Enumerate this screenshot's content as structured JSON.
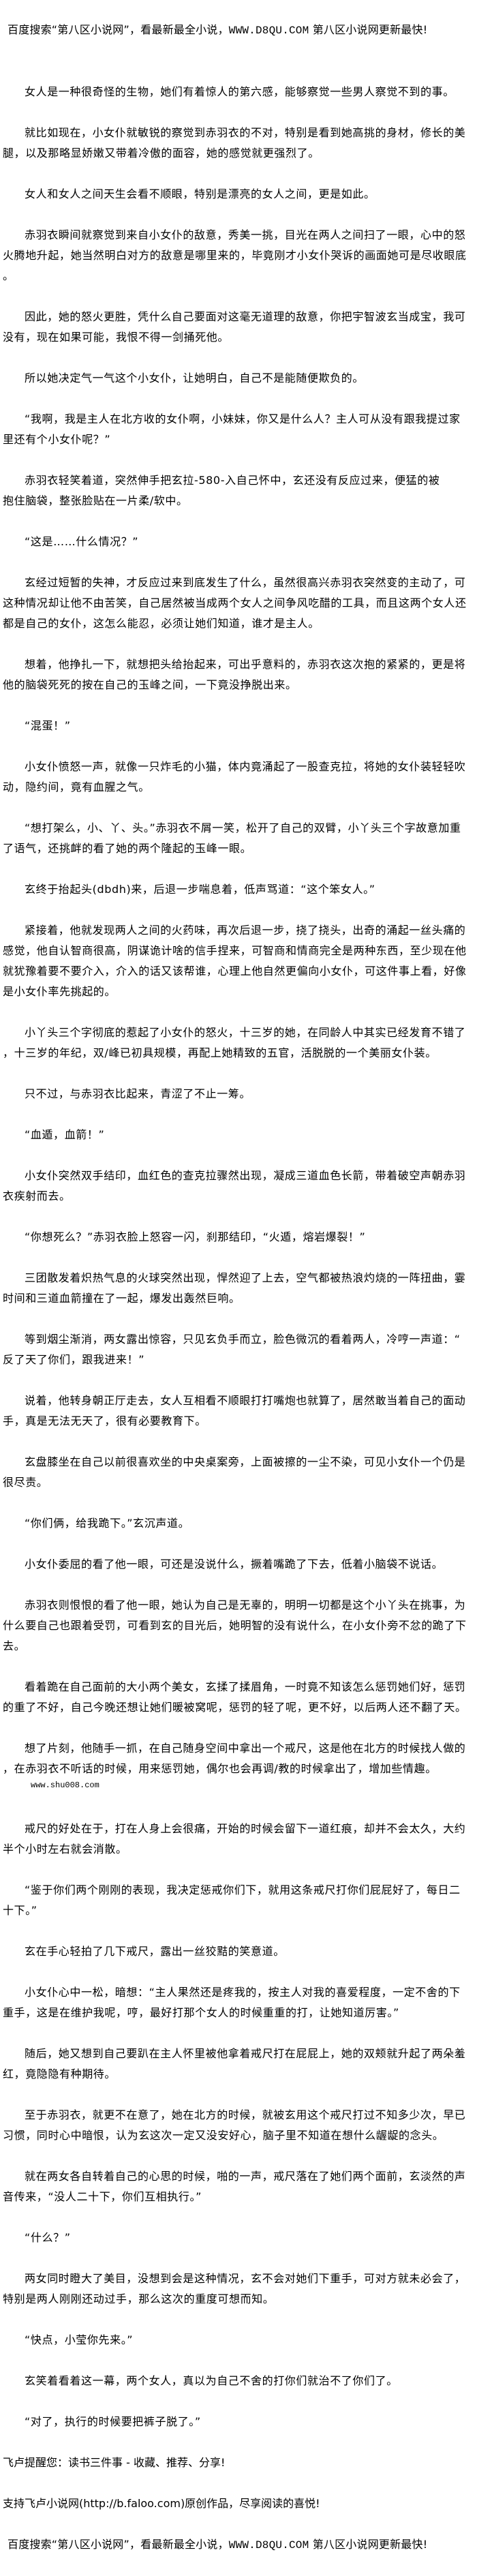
{
  "banner": {
    "prefix": "百度搜索“第八区小说网”，看最新最全小说，",
    "url": "WWW.D8QU.COM",
    "suffix": "  第八区小说网更新最快!"
  },
  "paragraphs": [
    "女人是一种很奇怪的生物，她们有着惊人的第六感，能够察觉一些男人察觉不到的事。",
    "就比如现在，小女仆就敏锐的察觉到赤羽衣的不对，特别是看到她高挑的身材，修长的美腿，以及那略显娇嫩又带着冷傲的面容，她的感觉就更强烈了。",
    "女人和女人之间天生会看不顺眼，特别是漂亮的女人之间，更是如此。",
    "赤羽衣瞬间就察觉到来自小女仆的敌意，秀美一挑，目光在两人之间扫了一眼，心中的怒火腾地升起，她当然明白对方的敌意是哪里来的，毕竟刚才小女仆哭诉的画面她可是尽收眼底。",
    "因此，她的怒火更胜，凭什么自己要面对这毫无道理的敌意，你把宇智波玄当成宝，我可没有，现在如果可能，我恨不得一剑捅死他。",
    "所以她决定气一气这个小女仆，让她明白，自己不是能随便欺负的。",
    "“我啊，我是主人在北方收的女仆啊，小妹妹，你又是什么人？主人可从没有跟我提过家里还有个小女仆呢？”",
    "赤羽衣轻笑着道，突然伸手把玄拉-580-入自己怀中，玄还没有反应过来，便猛的被\n抱住脑袋，整张脸贴在一片柔/软中。",
    "“这是……什么情况？”",
    "玄经过短暂的失神，才反应过来到底发生了什么，虽然很高兴赤羽衣突然变的主动了，可这种情况却让他不由苦笑，自己居然被当成两个女人之间争风吃醋的工具，而且这两个女人还都是自己的女仆，这怎么能忍，必须让她们知道，谁才是主人。",
    "想着，他挣扎一下，就想把头给抬起来，可出乎意料的，赤羽衣这次抱的紧紧的，更是将他的脑袋死死的按在自己的玉峰之间，一下竟没挣脱出来。",
    "“混蛋！”",
    "小女仆愤怒一声，就像一只炸毛的小猫，体内竟涌起了一股查克拉，将她的女仆装轻轻吹动，隐约间，竟有血腥之气。",
    "“想打架么，小、丫、头。”赤羽衣不屑一笑，松开了自己的双臂，小丫头三个字故意加重了语气，还挑衅的看了她的两个隆起的玉峰一眼。",
    "玄终于抬起头(dbdh)来，后退一步喘息着，低声骂道：“这个笨女人。”",
    "紧接着，他就发现两人之间的火药味，再次后退一步，挠了挠头，出奇的涌起一丝头痛的感觉，他自认智商很高，阴谋诡计啥的信手捏来，可智商和情商完全是两种东西，至少现在他就犹豫着要不要介入，介入的话又该帮谁，心理上他自然更偏向小女仆，可这件事上看，好像是小女仆率先挑起的。",
    "小丫头三个字彻底的惹起了小女仆的怒火，十三岁的她，在同龄人中其实已经发育不错了，十三岁的年纪，双/峰已初具规模，再配上她精致的五官，活脱脱的一个美丽女仆装。",
    "只不过，与赤羽衣比起来，青涩了不止一筹。",
    "“血遁，血箭！”",
    "小女仆突然双手结印，血红色的查克拉骤然出现，凝成三道血色长箭，带着破空声朝赤羽衣疾射而去。",
    "“你想死么？”赤羽衣脸上怒容一闪，刹那结印，“火遁，熔岩爆裂！”",
    "三团散发着炽热气息的火球突然出现，悍然迎了上去，空气都被热浪灼烧的一阵扭曲，霎时间和三道血箭撞在了一起，爆发出轰然巨响。",
    "等到烟尘渐消，两女露出惊容，只见玄负手而立，脸色微沉的看着两人，冷哼一声道：“反了天了你们，跟我进来！”",
    "说着，他转身朝正厅走去，女人互相看不顺眼打打嘴炮也就算了，居然敢当着自己的面动手，真是无法无天了，很有必要教育下。",
    "玄盘膝坐在自己以前很喜欢坐的中央桌案旁，上面被擦的一尘不染，可见小女仆一个仍是很尽责。",
    "“你们俩，给我跪下。”玄沉声道。",
    "小女仆委屈的看了他一眼，可还是没说什么，撅着嘴跪了下去，低着小脑袋不说话。",
    "赤羽衣则恨恨的看了他一眼，她认为自己是无辜的，明明一切都是这个小丫头在挑事，为什么要自己也跟着受罚，可看到玄的目光后，她明智的没有说什么，在小女仆旁不忿的跪了下去。",
    "看着跪在自己面前的大小两个美女，玄揉了揉眉角，一时竟不知该怎么惩罚她们好，惩罚的重了不好，自己今晚还想让她们暖被窝呢，惩罚的轻了呢，更不好，以后两人还不翻了天。",
    "想了片刻，他随手一抓，在自己随身空间中拿出一个戒尺，这是他在北方的时候找人做的，在赤羽衣不听话的时候，用来惩罚她，偶尔也会再调/教的时候拿出了，增加些情趣。",
    "戒尺的好处在于，打在人身上会很痛，开始的时候会留下一道红痕，却并不会太久，大约半个小时左右就会消散。",
    "“鉴于你们两个刚刚的表现，我决定惩戒你们下，就用这条戒尺打你们屁屁好了，每日二十下。”",
    "玄在手心轻拍了几下戒尺，露出一丝狡黠的笑意道。",
    "小女仆心中一松，暗想：“主人果然还是疼我的，按主人对我的喜爱程度，一定不舍的下重手，这是在维护我呢，哼，最好打那个女人的时候重重的打，让她知道厉害。”",
    "随后，她又想到自己要趴在主人怀里被他拿着戒尺打在屁屁上，她的双颊就升起了两朵羞红，竟隐隐有种期待。",
    "至于赤羽衣，就更不在意了，她在北方的时候，就被玄用这个戒尺打过不知多少次，早已习惯，同时心中暗恨，认为玄这次一定又没安好心，脑子里不知道在想什么龌龊的念头。",
    "就在两女各自转着自己的心思的时候，啪的一声，戒尺落在了她们两个面前，玄淡然的声音传来，“没人二十下，你们互相执行。”",
    "“什么？”",
    "两女同时瞪大了美目，没想到会是这种情况，玄不会对她们下重手，可对方就未必会了，特别是两人刚刚还动过手，那么这次的重度可想而知。",
    "“快点，小莹你先来。”",
    "玄笑着看着这一幕，两个女人，真以为自己不舍的打你们就治不了你们了。",
    "“对了，执行的时候要把裤子脱了。”"
  ],
  "site_mark": "www.shu008.com",
  "footer": {
    "reminder": "飞卢提醒您：读书三件事 - 收藏、推荐、分享!",
    "support": "支持飞卢小说网(http://b.faloo.com)原创作品，尽享阅读的喜悦!"
  }
}
